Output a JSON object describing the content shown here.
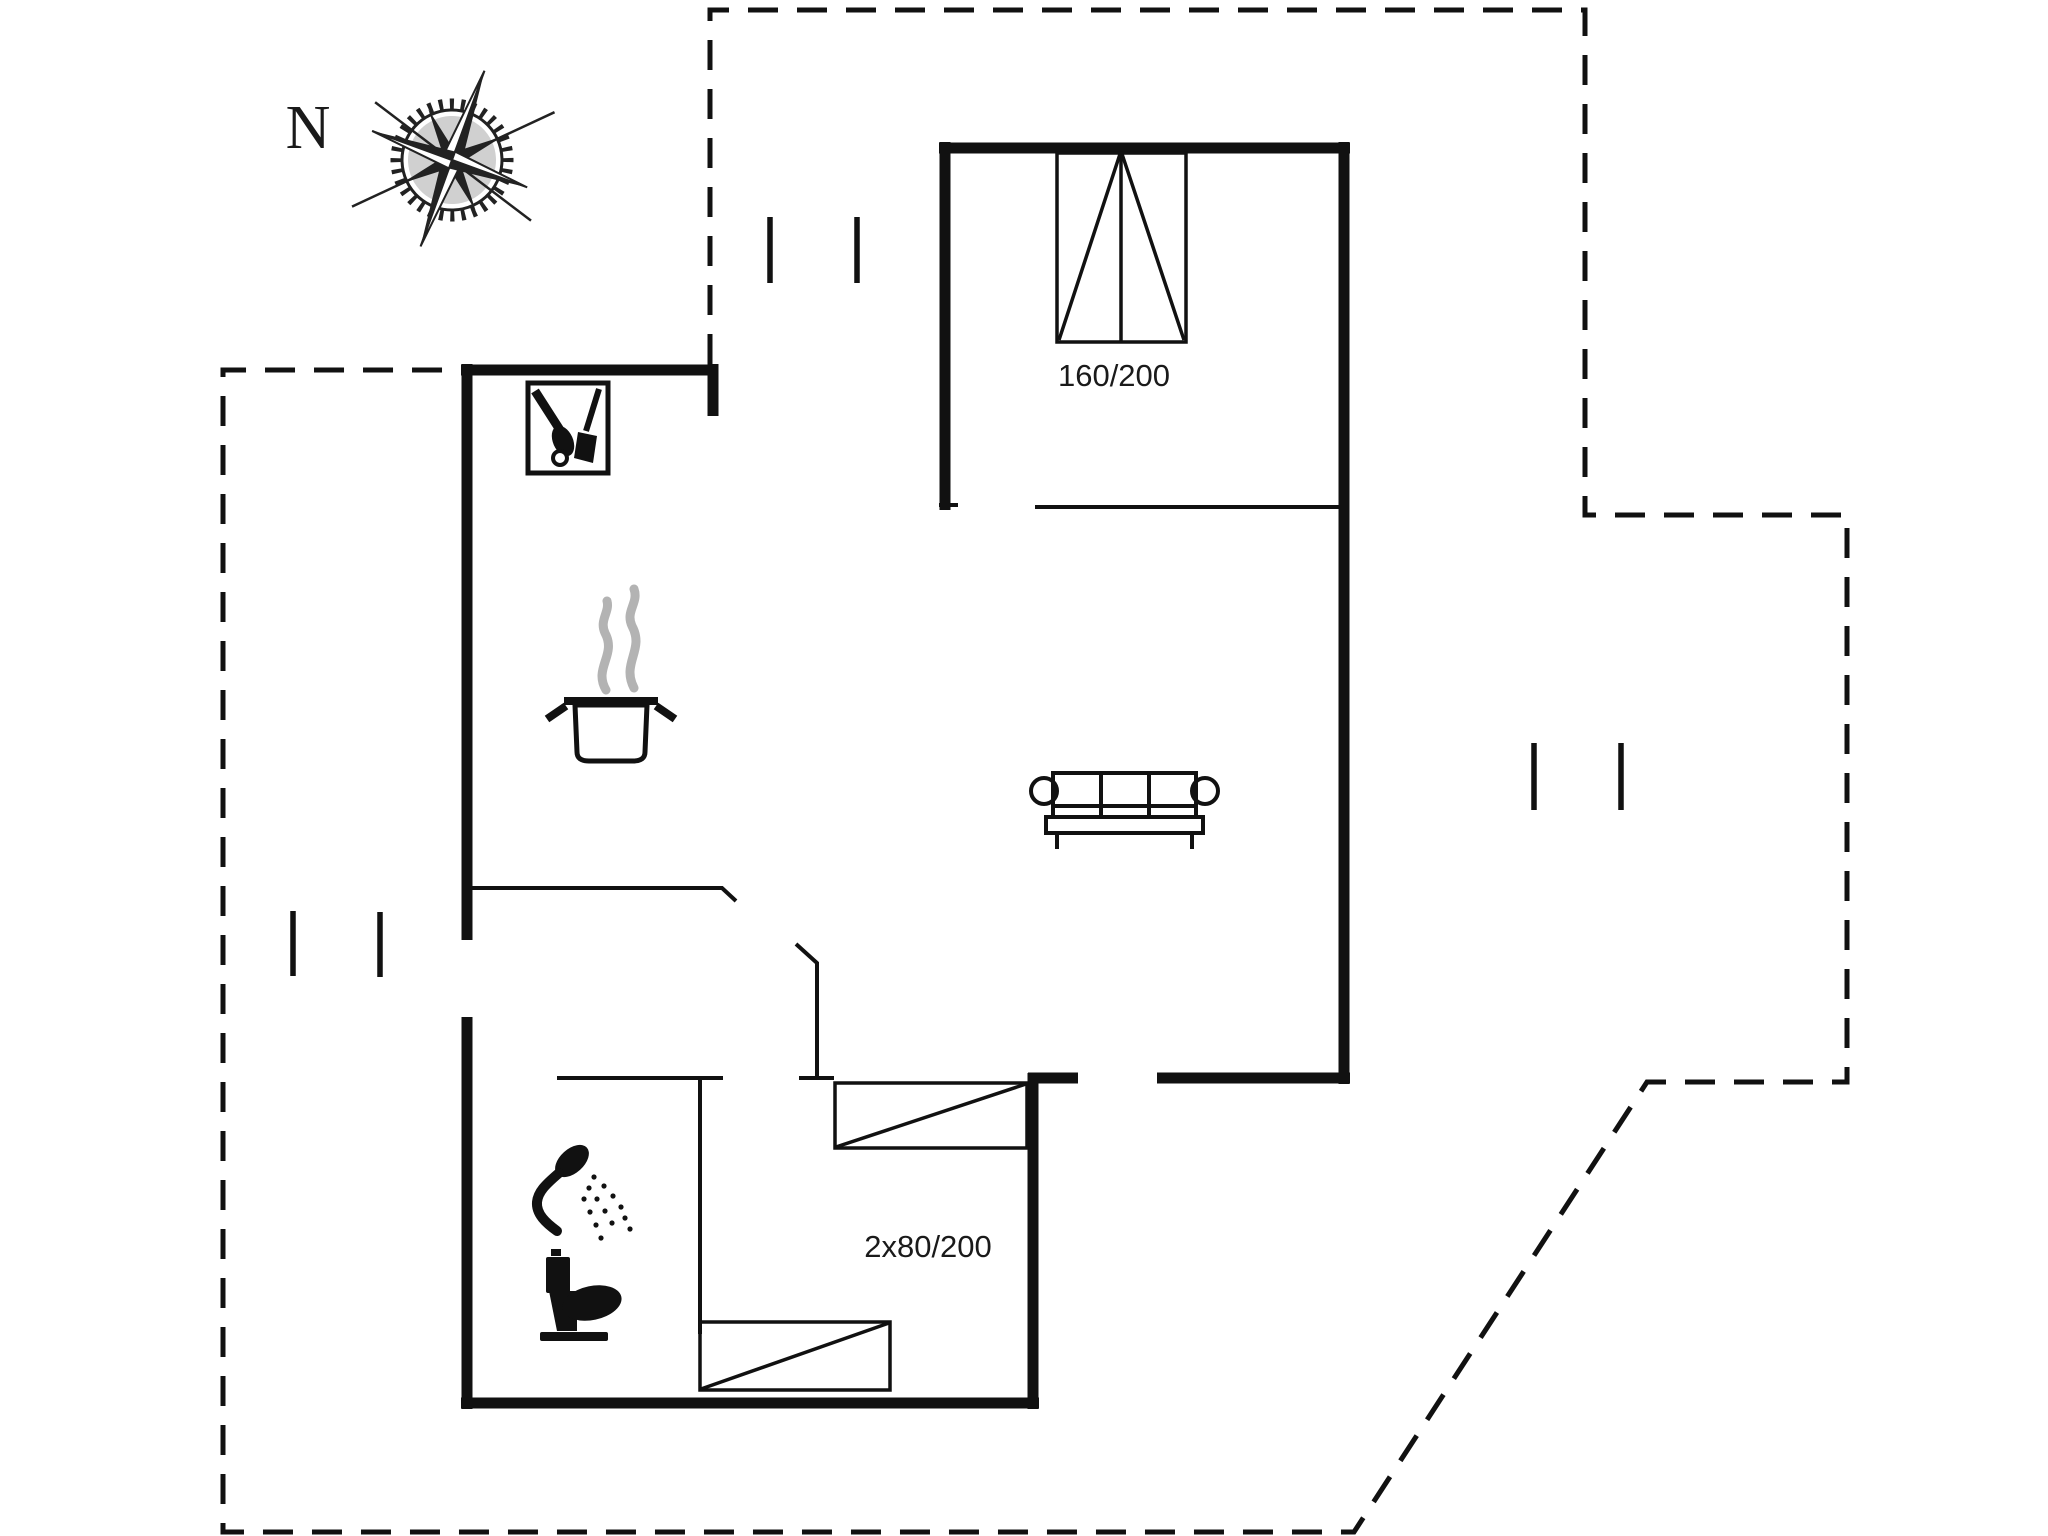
{
  "plan": {
    "type": "floor-plan",
    "compass": {
      "label": "N"
    },
    "rooms": {
      "double_bedroom": {
        "bed_size_label": "160/200",
        "furniture": [
          "double-bed"
        ]
      },
      "living_room": {
        "furniture": [
          "sofa"
        ]
      },
      "kitchen": {
        "furniture": [
          "cooking-pot",
          "kitchen-utensils-board"
        ]
      },
      "bathroom": {
        "furniture": [
          "shower",
          "toilet"
        ]
      },
      "bunk_room": {
        "bed_size_label": "2x80/200",
        "furniture": [
          "bunk-bed-top",
          "bunk-bed-bottom"
        ]
      }
    },
    "icons": [
      "compass-rose-icon",
      "double-bed-icon",
      "sofa-icon",
      "cooking-pot-icon",
      "steam-icon",
      "kitchen-utensils-icon",
      "shower-icon",
      "toilet-icon",
      "bunk-bed-icon",
      "window-marker-icon"
    ],
    "colors": {
      "wall": "#111111",
      "steam_gray": "#b3b3b3",
      "background": "#ffffff",
      "label_text": "#1a1a1a"
    }
  }
}
